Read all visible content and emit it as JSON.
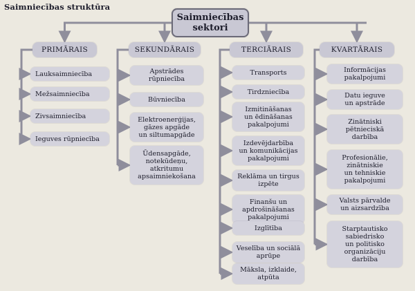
{
  "heading": "Saimniecības struktūra",
  "root": {
    "line1": "Saimniecības",
    "line2": "sektori"
  },
  "colors": {
    "box": "#d4d3dd",
    "header_box": "#c9c8d4",
    "line": "#8f8e9c",
    "background": "#ece9e0"
  },
  "columns": [
    {
      "title": "PRIMĀRAIS",
      "items": [
        "Lauksaimniecība",
        "Mežsaimniecība",
        "Zivsaimniecība",
        "Ieguves rūpniecība"
      ]
    },
    {
      "title": "SEKUNDĀRAIS",
      "items": [
        [
          "Apstrādes",
          "rūpniecība"
        ],
        [
          "Būvniecība"
        ],
        [
          "Elektroenerģijas,",
          "gāzes apgāde",
          "un siltumapgāde"
        ],
        [
          "Ūdensapgāde,",
          "notekūdeņu,",
          "atkritumu",
          "apsaimniekošana"
        ]
      ]
    },
    {
      "title": "TERCIĀRAIS",
      "items": [
        [
          "Transports"
        ],
        [
          "Tirdzniecība"
        ],
        [
          "Izmitināšanas",
          "un ēdināšanas",
          "pakalpojumi"
        ],
        [
          "Izdevējdarbība",
          "un komunikācijas",
          "pakalpojumi"
        ],
        [
          "Reklāma un tirgus",
          "izpēte"
        ],
        [
          "Finanšu un",
          "apdrošināšanas",
          "pakalpojumi"
        ],
        [
          "Izglītība"
        ],
        [
          "Veselība un sociālā",
          "aprūpe"
        ],
        [
          "Māksla, izklaide,",
          "atpūta"
        ]
      ]
    },
    {
      "title": "KVARTĀRAIS",
      "items": [
        [
          "Informācijas",
          "pakalpojumi"
        ],
        [
          "Datu ieguve",
          "un apstrāde"
        ],
        [
          "Zinātniski",
          "pētnieciskā",
          "darbība"
        ],
        [
          "Profesionālie,",
          "zinātniskie",
          "un tehniskie",
          "pakalpojumi"
        ],
        [
          "Valsts pārvalde",
          "un aizsardzība"
        ],
        [
          "Starptautisko",
          "sabiedrisko",
          "un politisko",
          "organizāciju",
          "darbība"
        ]
      ]
    }
  ]
}
